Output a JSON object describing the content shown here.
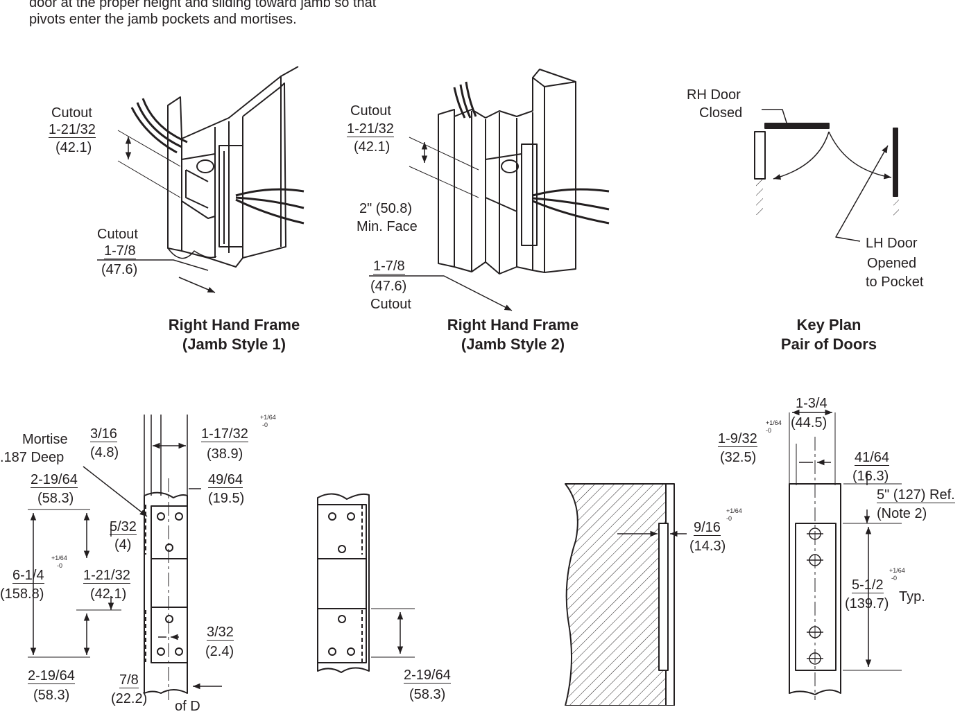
{
  "intro": {
    "line1": "door at the proper height and sliding toward jamb so that",
    "line2": "pivots enter the jamb pockets and mortises."
  },
  "fig_jamb1": {
    "cutout_a_label": "Cutout",
    "cutout_a_in": "1-21/32",
    "cutout_a_mm": "(42.1)",
    "cutout_b_label": "Cutout",
    "cutout_b_in": "1-7/8",
    "cutout_b_mm": "(47.6)",
    "caption_1": "Right Hand Frame",
    "caption_2": "(Jamb Style 1)"
  },
  "fig_jamb2": {
    "cutout_a_label": "Cutout",
    "cutout_a_in": "1-21/32",
    "cutout_a_mm": "(42.1)",
    "face_1": "2\" (50.8)",
    "face_2": "Min. Face",
    "cutout_b_in": "1-7/8",
    "cutout_b_mm": "(47.6)",
    "cutout_b_label": "Cutout",
    "caption_1": "Right Hand Frame",
    "caption_2": "(Jamb Style 2)"
  },
  "fig_keyplan": {
    "rh_1": "RH Door",
    "rh_2": "Closed",
    "lh_1": "LH Door",
    "lh_2": "Opened",
    "lh_3": "to Pocket",
    "caption_1": "Key Plan",
    "caption_2": "Pair of Doors"
  },
  "fig_mortise": {
    "mortise_1": "Mortise",
    "mortise_2": ".187 Deep",
    "d_3_16_in": "3/16",
    "d_3_16_mm": "(4.8)",
    "d_1_17_in": "1-17/32",
    "d_1_17_mm": "(38.9)",
    "d_1_17_tol_plus": "+1/64",
    "d_1_17_tol_minus": "-0",
    "d_49_64_in": "49/64",
    "d_49_64_mm": "(19.5)",
    "d_2_19_top_in": "2-19/64",
    "d_2_19_top_mm": "(58.3)",
    "d_5_32_in": "5/32",
    "d_5_32_mm": "(4)",
    "d_6_1_4_in": "6-1/4",
    "d_6_1_4_tol_plus": "+1/64",
    "d_6_1_4_tol_minus": "-0",
    "d_6_1_4_mm": "(158.8)",
    "d_1_21_in": "1-21/32",
    "d_1_21_mm": "(42.1)",
    "d_3_32_in": "3/32",
    "d_3_32_mm": "(2.4)",
    "d_2_19_bot_in": "2-19/64",
    "d_2_19_bot_mm": "(58.3)",
    "d_7_8_in": "7/8",
    "d_7_8_mm": "(22.2)",
    "cl_text": "of D"
  },
  "fig_hinge2": {
    "d_2_19_in": "2-19/64",
    "d_2_19_mm": "(58.3)"
  },
  "fig_door_edge": {
    "d_9_16_in": "9/16",
    "d_9_16_tol_plus": "+1/64",
    "d_9_16_tol_minus": "-0",
    "d_9_16_mm": "(14.3)"
  },
  "fig_plate": {
    "d_1_3_4_in": "1-3/4",
    "d_1_3_4_mm": "(44.5)",
    "d_1_9_32_in": "1-9/32",
    "d_1_9_32_tol_plus": "+1/64",
    "d_1_9_32_tol_minus": "-0",
    "d_1_9_32_mm": "(32.5)",
    "d_41_64_in": "41/64",
    "d_41_64_mm": "(16.3)",
    "d_5_ref_in": "5\" (127) Ref.",
    "d_5_ref_note": "(Note 2)",
    "d_5_1_2_in": "5-1/2",
    "d_5_1_2_tol_plus": "+1/64",
    "d_5_1_2_tol_minus": "-0",
    "d_5_1_2_mm": "(139.7)",
    "typ": "Typ."
  }
}
